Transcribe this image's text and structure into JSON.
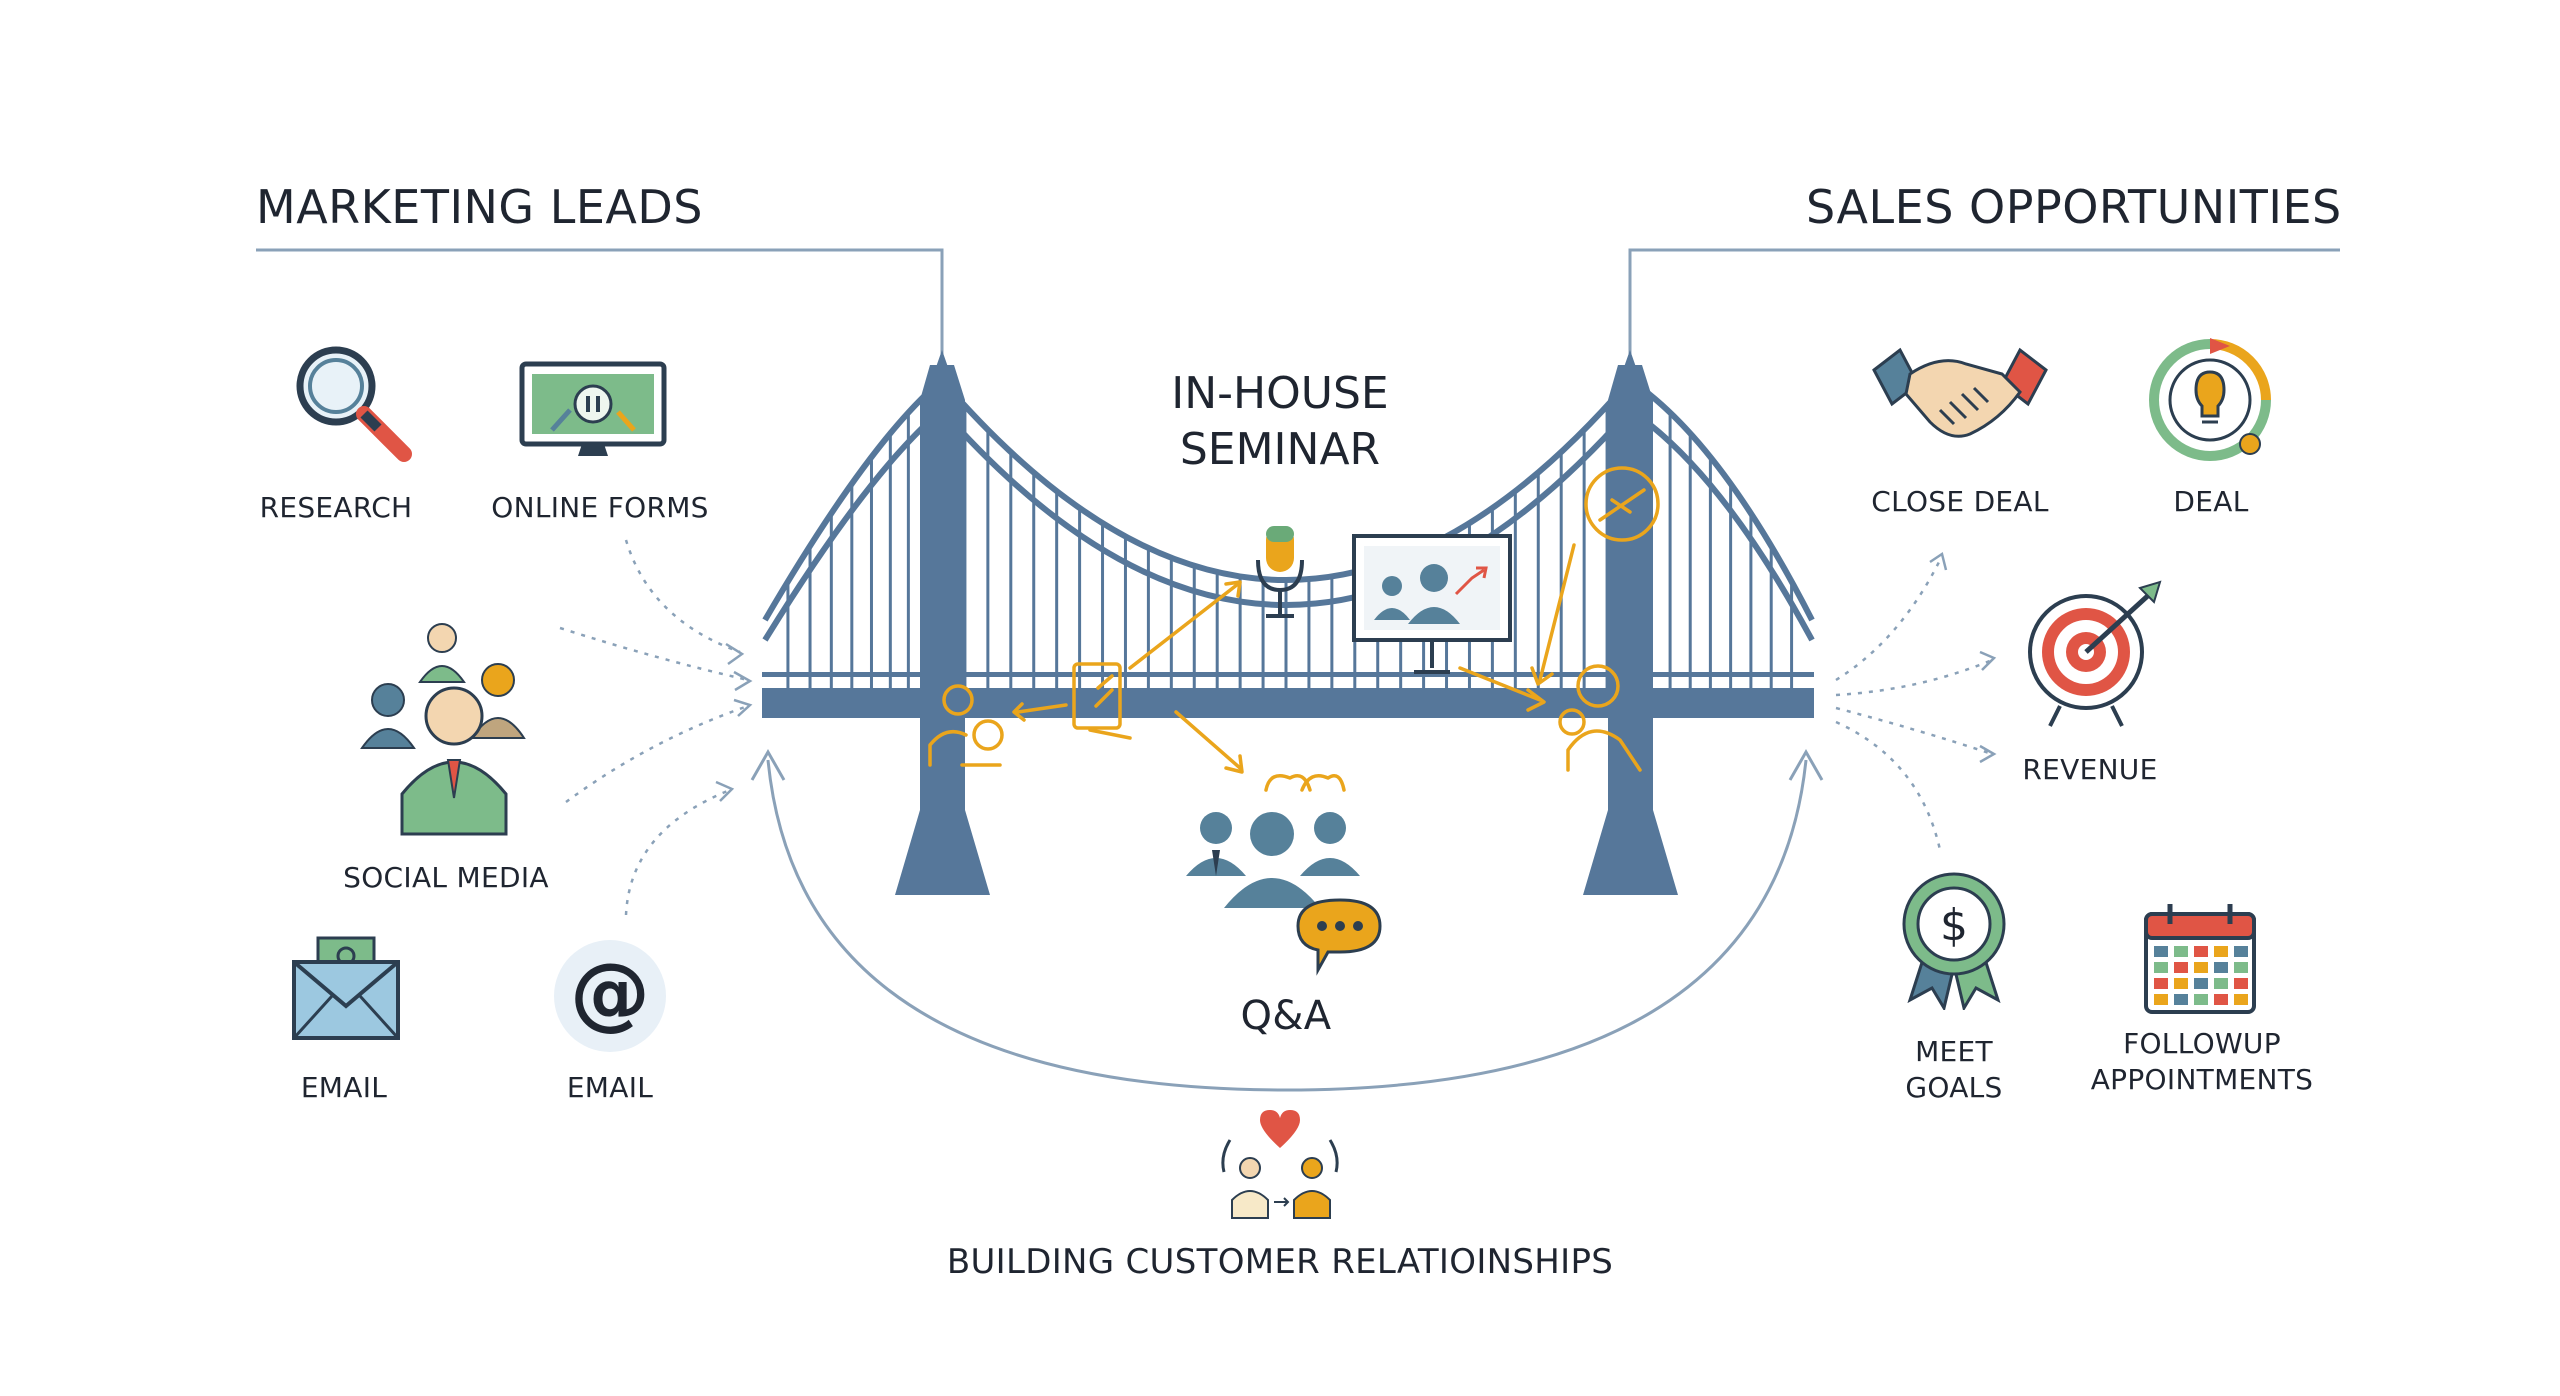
{
  "headers": {
    "left": "MARKETING LEADS",
    "right": "SALES OPPORTUNITIES"
  },
  "center": {
    "title_line1": "IN-HOUSE",
    "title_line2": "SEMINAR",
    "qa": "Q&A",
    "bottom": "BUILDING CUSTOMER RELATIOINSHIPS"
  },
  "marketing_items": [
    {
      "label": "RESEARCH",
      "icon": "magnifier-icon"
    },
    {
      "label": "ONLINE FORMS",
      "icon": "monitor-form-icon"
    },
    {
      "label": "SOCIAL MEDIA",
      "icon": "people-group-icon"
    },
    {
      "label": "EMAIL",
      "icon": "envelope-icon"
    },
    {
      "label": "EMAIL",
      "icon": "at-sign-icon"
    }
  ],
  "sales_items": [
    {
      "label": "CLOSE DEAL",
      "icon": "handshake-icon"
    },
    {
      "label": "DEAL",
      "icon": "lightbulb-cycle-icon"
    },
    {
      "label": "REVENUE",
      "icon": "target-icon"
    },
    {
      "label_line1": "MEET",
      "label_line2": "GOALS",
      "icon": "award-ribbon-icon"
    },
    {
      "label_line1": "FOLLOWUP",
      "label_line2": "APPOINTMENTS",
      "icon": "calendar-icon"
    }
  ],
  "colors": {
    "bridge": "#56779a",
    "accent": "#eaa51c",
    "line": "#8aa1b8",
    "green": "#6aaa78",
    "red": "#e05545"
  }
}
